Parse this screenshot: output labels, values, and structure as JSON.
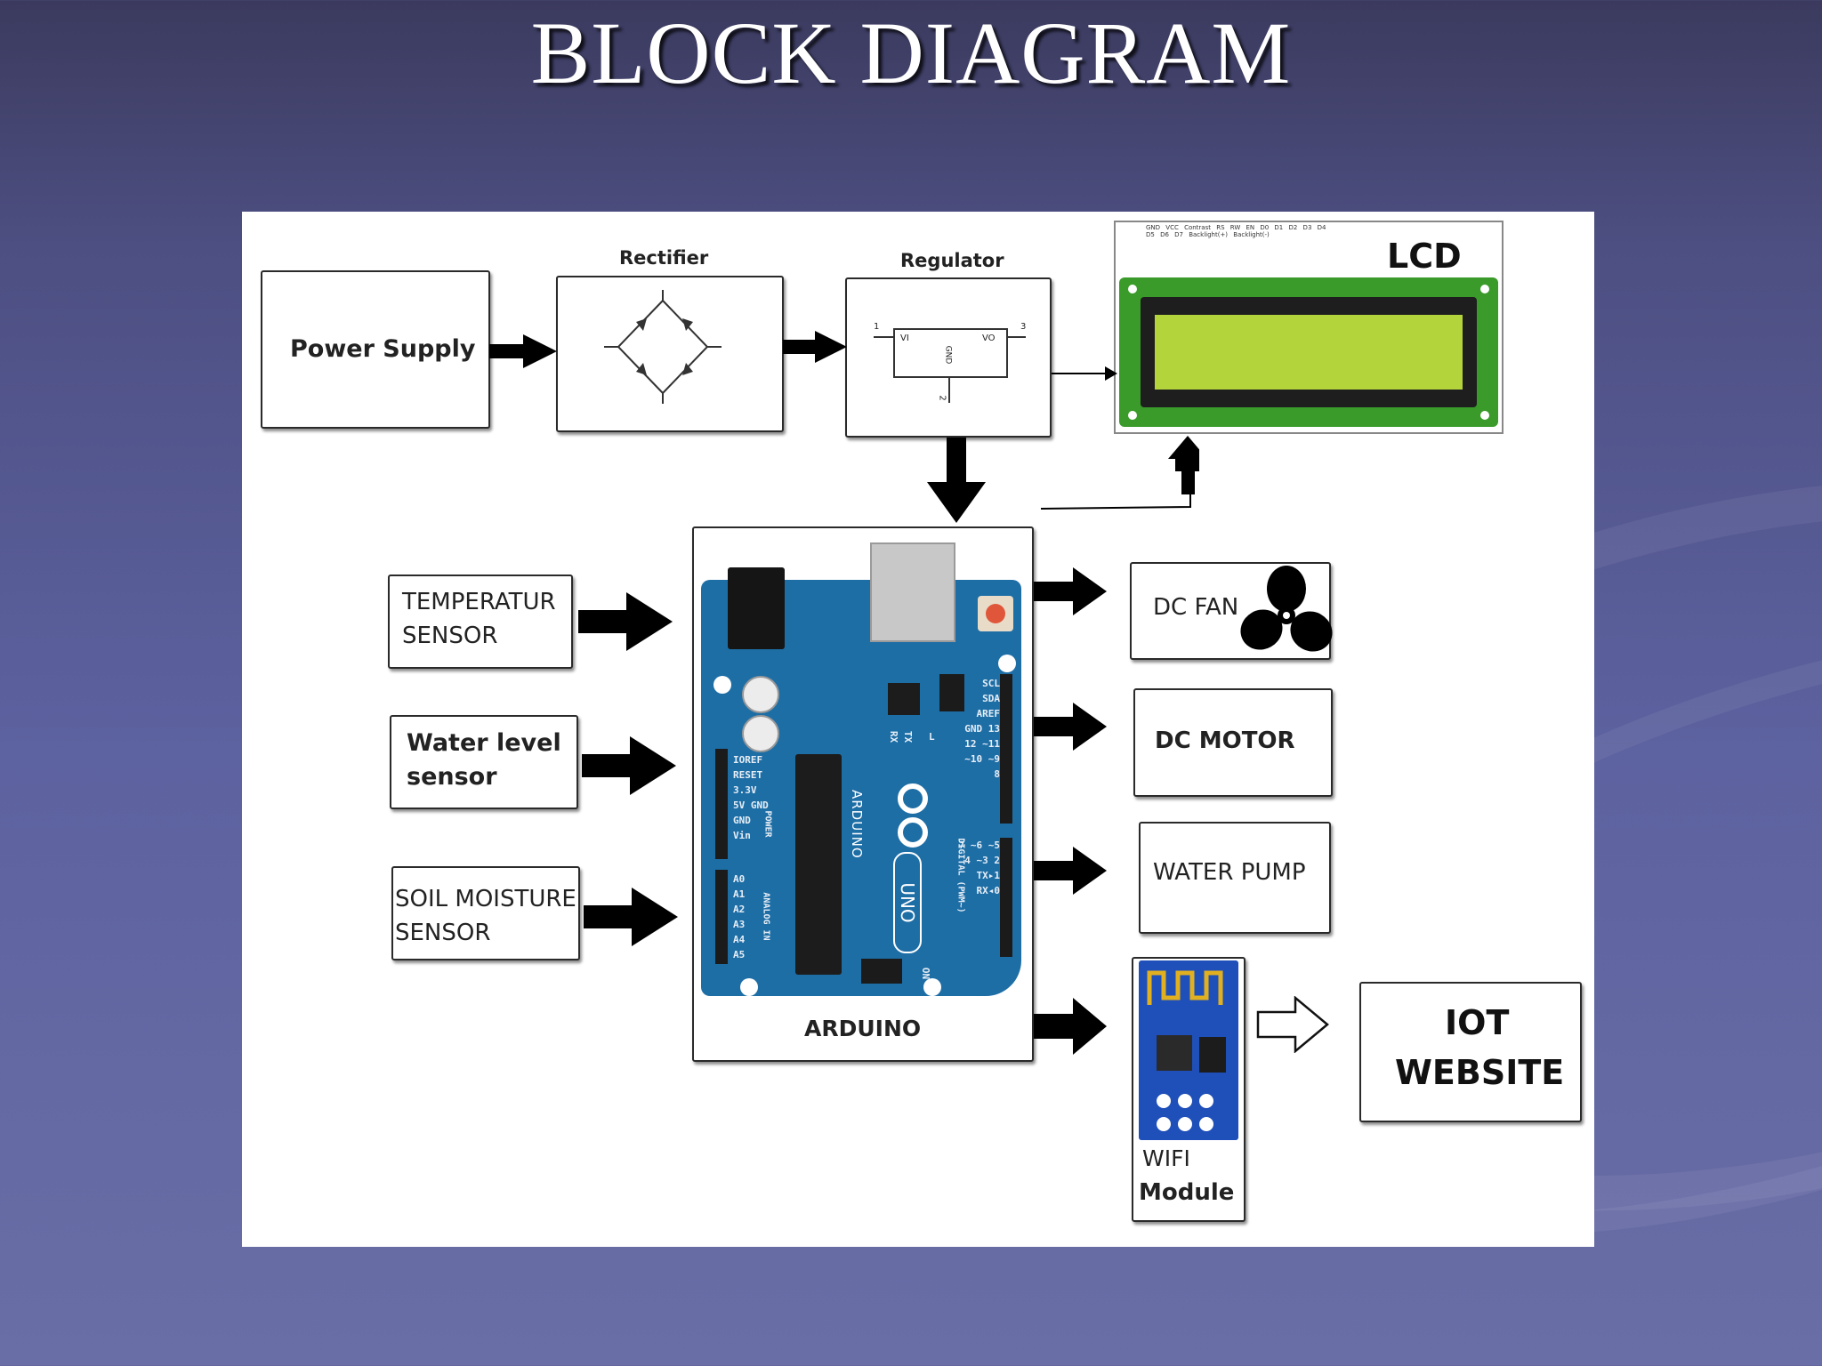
{
  "slide": {
    "title": "BLOCK DIAGRAM"
  },
  "blocks": {
    "power_supply": "Power Supply",
    "rectifier": "Rectifier",
    "regulator": "Regulator",
    "reg_vi": "VI",
    "reg_vo": "VO",
    "reg_gnd": "GND",
    "reg_pin1": "1",
    "reg_pin2": "2",
    "reg_pin3": "3",
    "lcd": "LCD",
    "lcd_pins": "GND VCC Contrast RS RW EN D0 D1 D2 D3 D4 D5 D6 D7 Backlight(+) Backlight(-)",
    "temp_line1": "TEMPERATUR",
    "temp_line2": "SENSOR",
    "water_line1": "Water level",
    "water_line2": "sensor",
    "soil_line1": "SOIL MOISTURE",
    "soil_line2": "SENSOR",
    "arduino": "ARDUINO",
    "dc_fan": "DC FAN",
    "dc_motor": "DC MOTOR",
    "water_pump": "WATER PUMP",
    "wifi_line1": "WIFI",
    "wifi_line2": "Module",
    "iot_line1": "IOT",
    "iot_line2": "WEBSITE"
  },
  "board": {
    "brand": "ARDUINO",
    "model": "UNO",
    "power_pins": "IOREF RESET 3.3V 5V GND GND Vin",
    "power_header": "POWER",
    "analog_pins": "A0 A1 A2 A3 A4 A5",
    "analog_header": "ANALOG IN",
    "digital_top": "SCL SDA AREF GND 13 12 ~11 ~10 ~9 8",
    "digital_bottom": "7 ~6 ~5 4 ~3 2 TX▸1 RX◂0",
    "digital_header": "DIGITAL (PWM~)",
    "tx": "TX",
    "rx": "RX",
    "l": "L",
    "on": "ON"
  },
  "colors": {
    "board_blue": "#1e6ea6",
    "lcd_green": "#3a9a2a",
    "lcd_screen": "#b4d43c",
    "wifi_blue": "#1f4fb8",
    "arrow": "#000000"
  }
}
